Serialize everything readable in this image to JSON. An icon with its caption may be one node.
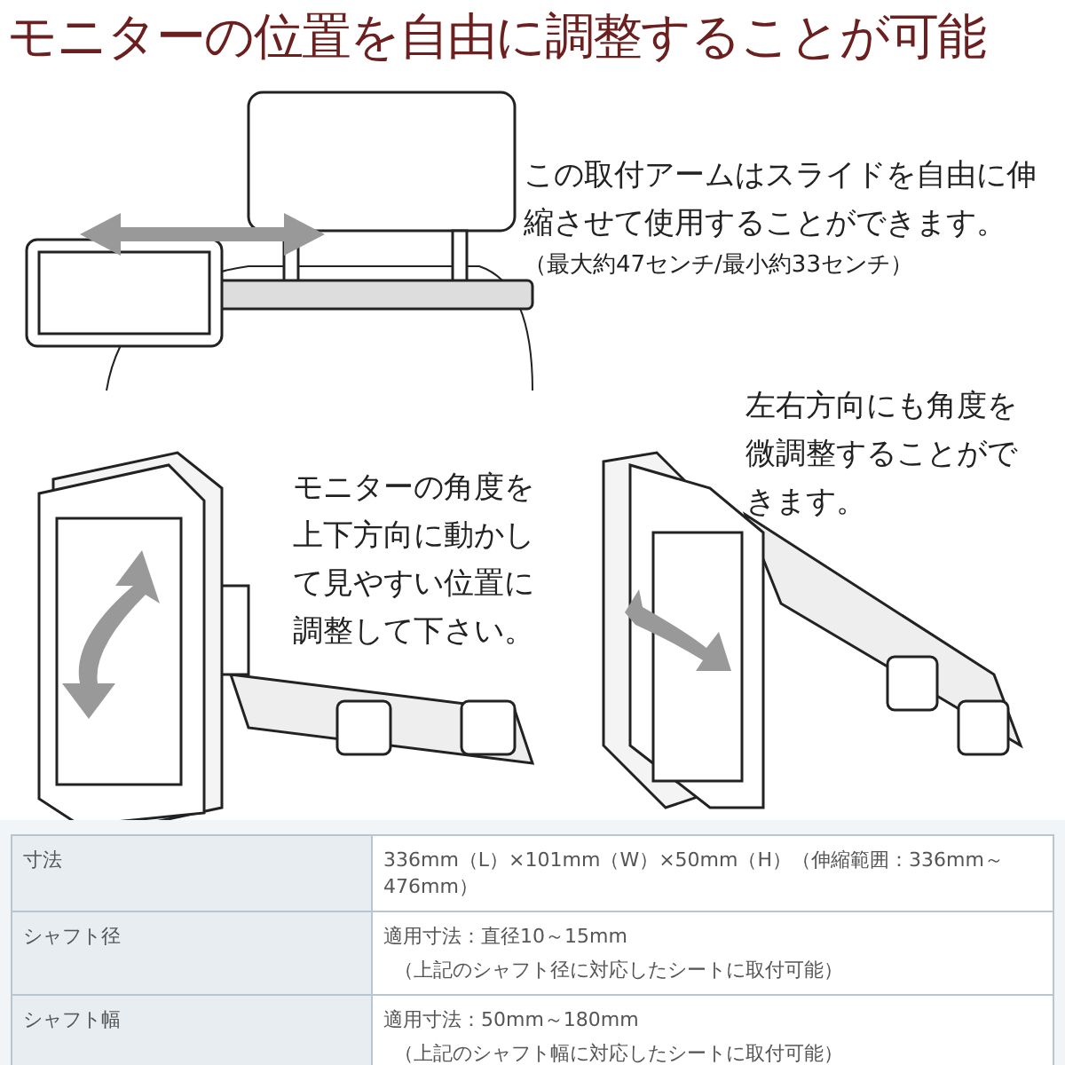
{
  "diagram": {
    "title": "モニターの位置を自由に調整することが可能",
    "labels": [
      "この取付アームはスライドを自由に伸縮させて使用することができます。",
      "（最大約47センチ/最小約33センチ）",
      "モニターの角度を上下方向に動かして見やすい位置に調整して下さい。",
      "左右方向にも角度を微調整することができます。",
      "寸法",
      "336mm（L）×101mm（W）×50mm（H）（伸縮範囲：336mm～476mm）",
      "シャフト径",
      "適用寸法：直径10～15mm",
      "（上記のシャフト径に対応したシートに取付可能）",
      "シャフト幅",
      "適用寸法：50mm～180mm",
      "（上記のシャフト幅に対応したシートに取付可能）"
    ]
  }
}
